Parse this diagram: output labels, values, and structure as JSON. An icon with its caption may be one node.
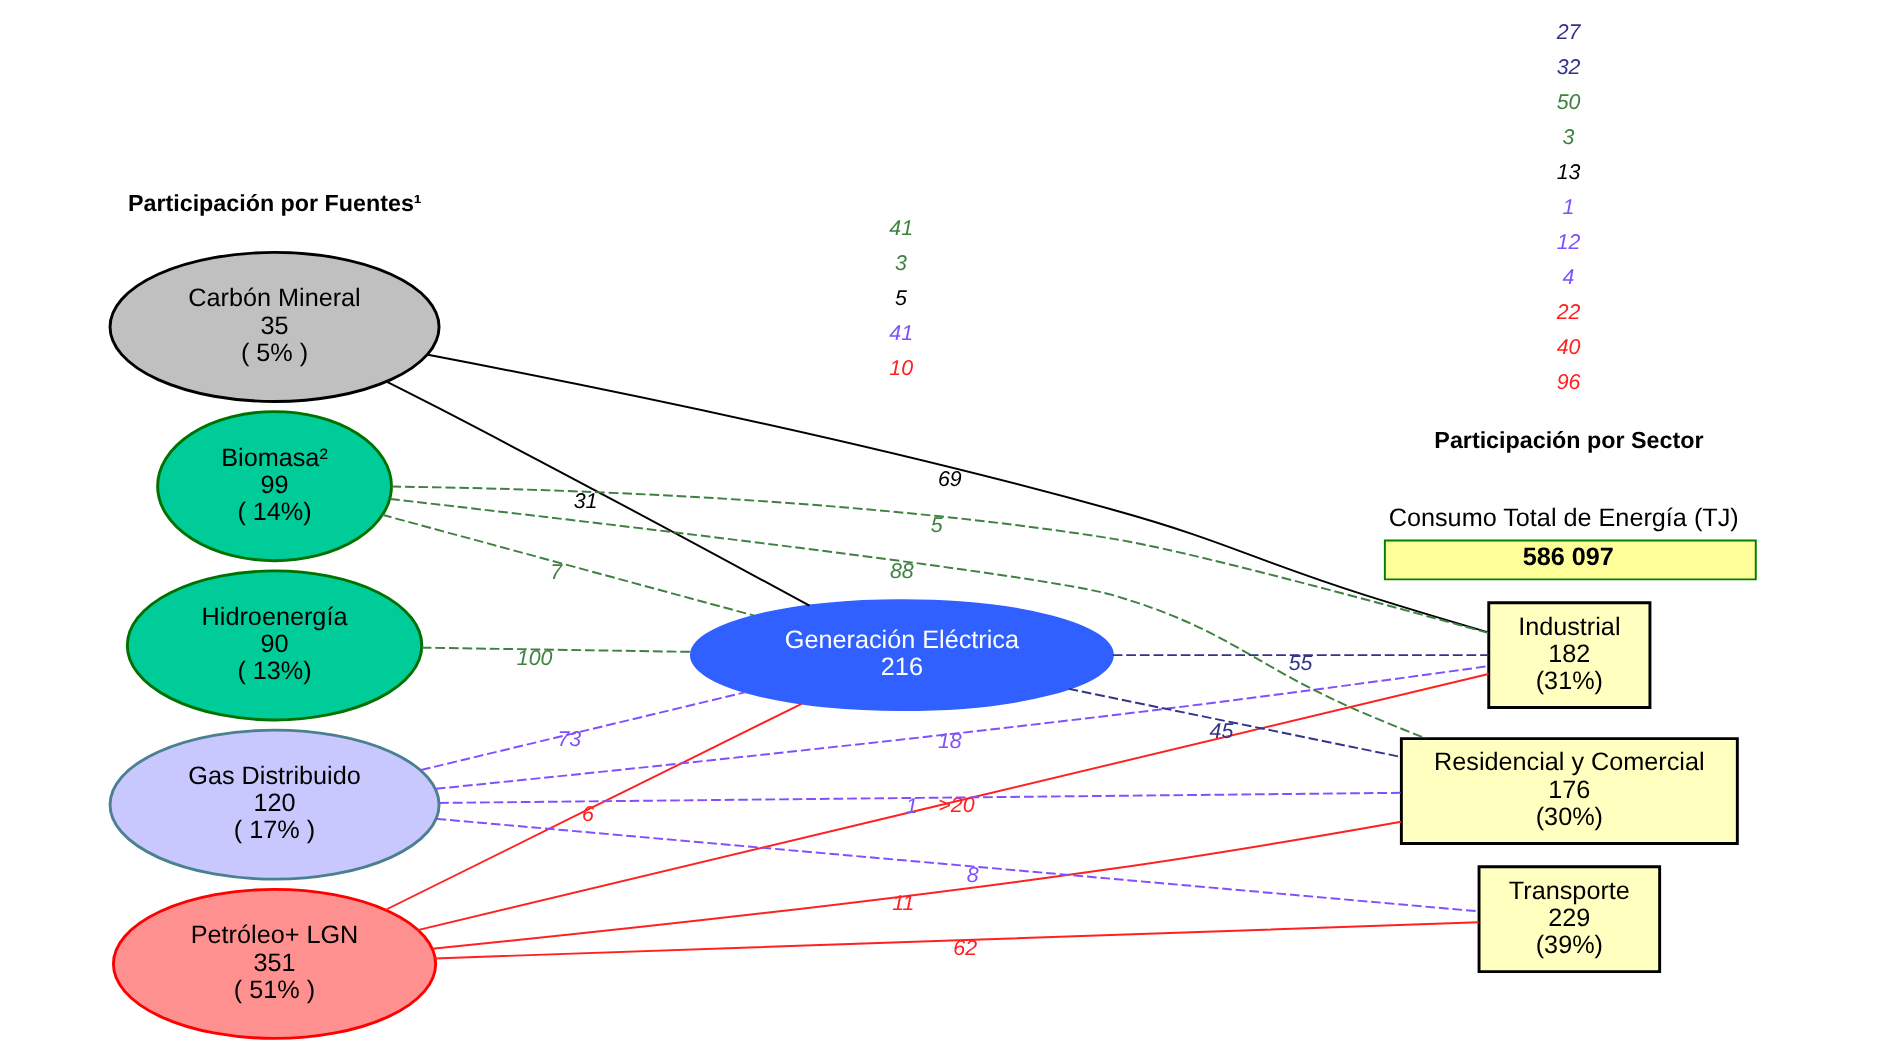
{
  "diagram": {
    "nodes": [
      {
        "text": [
          "Petróleo+ LGN",
          "351",
          "( 51% )"
        ]
      },
      {
        "text": [
          "Gas Distribuido",
          "120",
          "( 17% )"
        ]
      },
      {
        "text": [
          "Carbón Mineral",
          "35",
          "( 5% )"
        ]
      },
      {
        "text": [
          "Biomasa²",
          "99",
          "( 14%)"
        ]
      },
      {
        "text": [
          "Hidroenergía",
          "90",
          "( 13%)"
        ]
      },
      {
        "text": [
          "Generación Eléctrica",
          "216"
        ]
      },
      {
        "text": [
          "Transporte",
          "229",
          "(39%)"
        ]
      },
      {
        "text": [
          "Industrial",
          "182",
          "(31%)"
        ]
      },
      {
        "text": [
          "Residencial y Comercial",
          "176",
          "(30%)"
        ]
      },
      {
        "text": [
          "Consumo Total de Energía (TJ)",
          "586 097"
        ]
      }
    ],
    "edges": [
      {
        "from": 0,
        "to": 6,
        "arrow": "none",
        "label": "62",
        "color": "#ff2020"
      },
      {
        "from": 0,
        "to": 7,
        "arrow": "none",
        "label": ">20",
        "color": "#ff2020"
      },
      {
        "from": 0,
        "to": 8,
        "arrow": "none",
        "label": "11",
        "color": "#ff2020"
      },
      {
        "from": 0,
        "to": 5,
        "arrow": "none",
        "label": "6",
        "color": "#ff2020"
      },
      {
        "from": 1,
        "to": 6,
        "arrow": "none",
        "label": "8",
        "style": "dashed",
        "color": "#8050ff"
      },
      {
        "from": 1,
        "to": 7,
        "arrow": "none",
        "label": "18",
        "style": "dashed",
        "color": "#8050ff"
      },
      {
        "from": 1,
        "to": 8,
        "arrow": "none",
        "label": "1",
        "style": "dashed",
        "color": "#8050ff"
      },
      {
        "from": 1,
        "to": 5,
        "arrow": "none",
        "label": "73",
        "style": "dashed",
        "color": "#8050ff"
      },
      {
        "from": 2,
        "to": 7,
        "arrow": "none",
        "label": "69",
        "color": "#000000"
      },
      {
        "from": 2,
        "to": 5,
        "arrow": "none",
        "label": "31",
        "color": "#000000"
      },
      {
        "from": 3,
        "to": 7,
        "arrow": "none",
        "label": "5",
        "style": "dashed",
        "color": "#408040"
      },
      {
        "from": 3,
        "to": 8,
        "arrow": "none",
        "label": "88",
        "style": "dashed",
        "color": "#408040"
      },
      {
        "from": 3,
        "to": 5,
        "arrow": "none",
        "label": "7",
        "style": "dashed",
        "color": "#408040"
      },
      {
        "from": 4,
        "to": 5,
        "arrow": "none",
        "label": "100",
        "style": "dashed",
        "color": "#408040"
      },
      {
        "from": 5,
        "to": 7,
        "arrow": "none",
        "label": "55",
        "style": "dashed",
        "color": "#333388"
      },
      {
        "from": 5,
        "to": 8,
        "arrow": "none",
        "label": "45",
        "style": "dashed",
        "color": "#333388"
      }
    ],
    "labels": [
      "Participación por Fuentes¹",
      "Participación por Sector",
      "96",
      "40",
      "22",
      "10",
      "4",
      "12",
      "1",
      "41",
      "13",
      "5",
      "3",
      "50",
      "3",
      "41",
      "32",
      "27"
    ]
  }
}
